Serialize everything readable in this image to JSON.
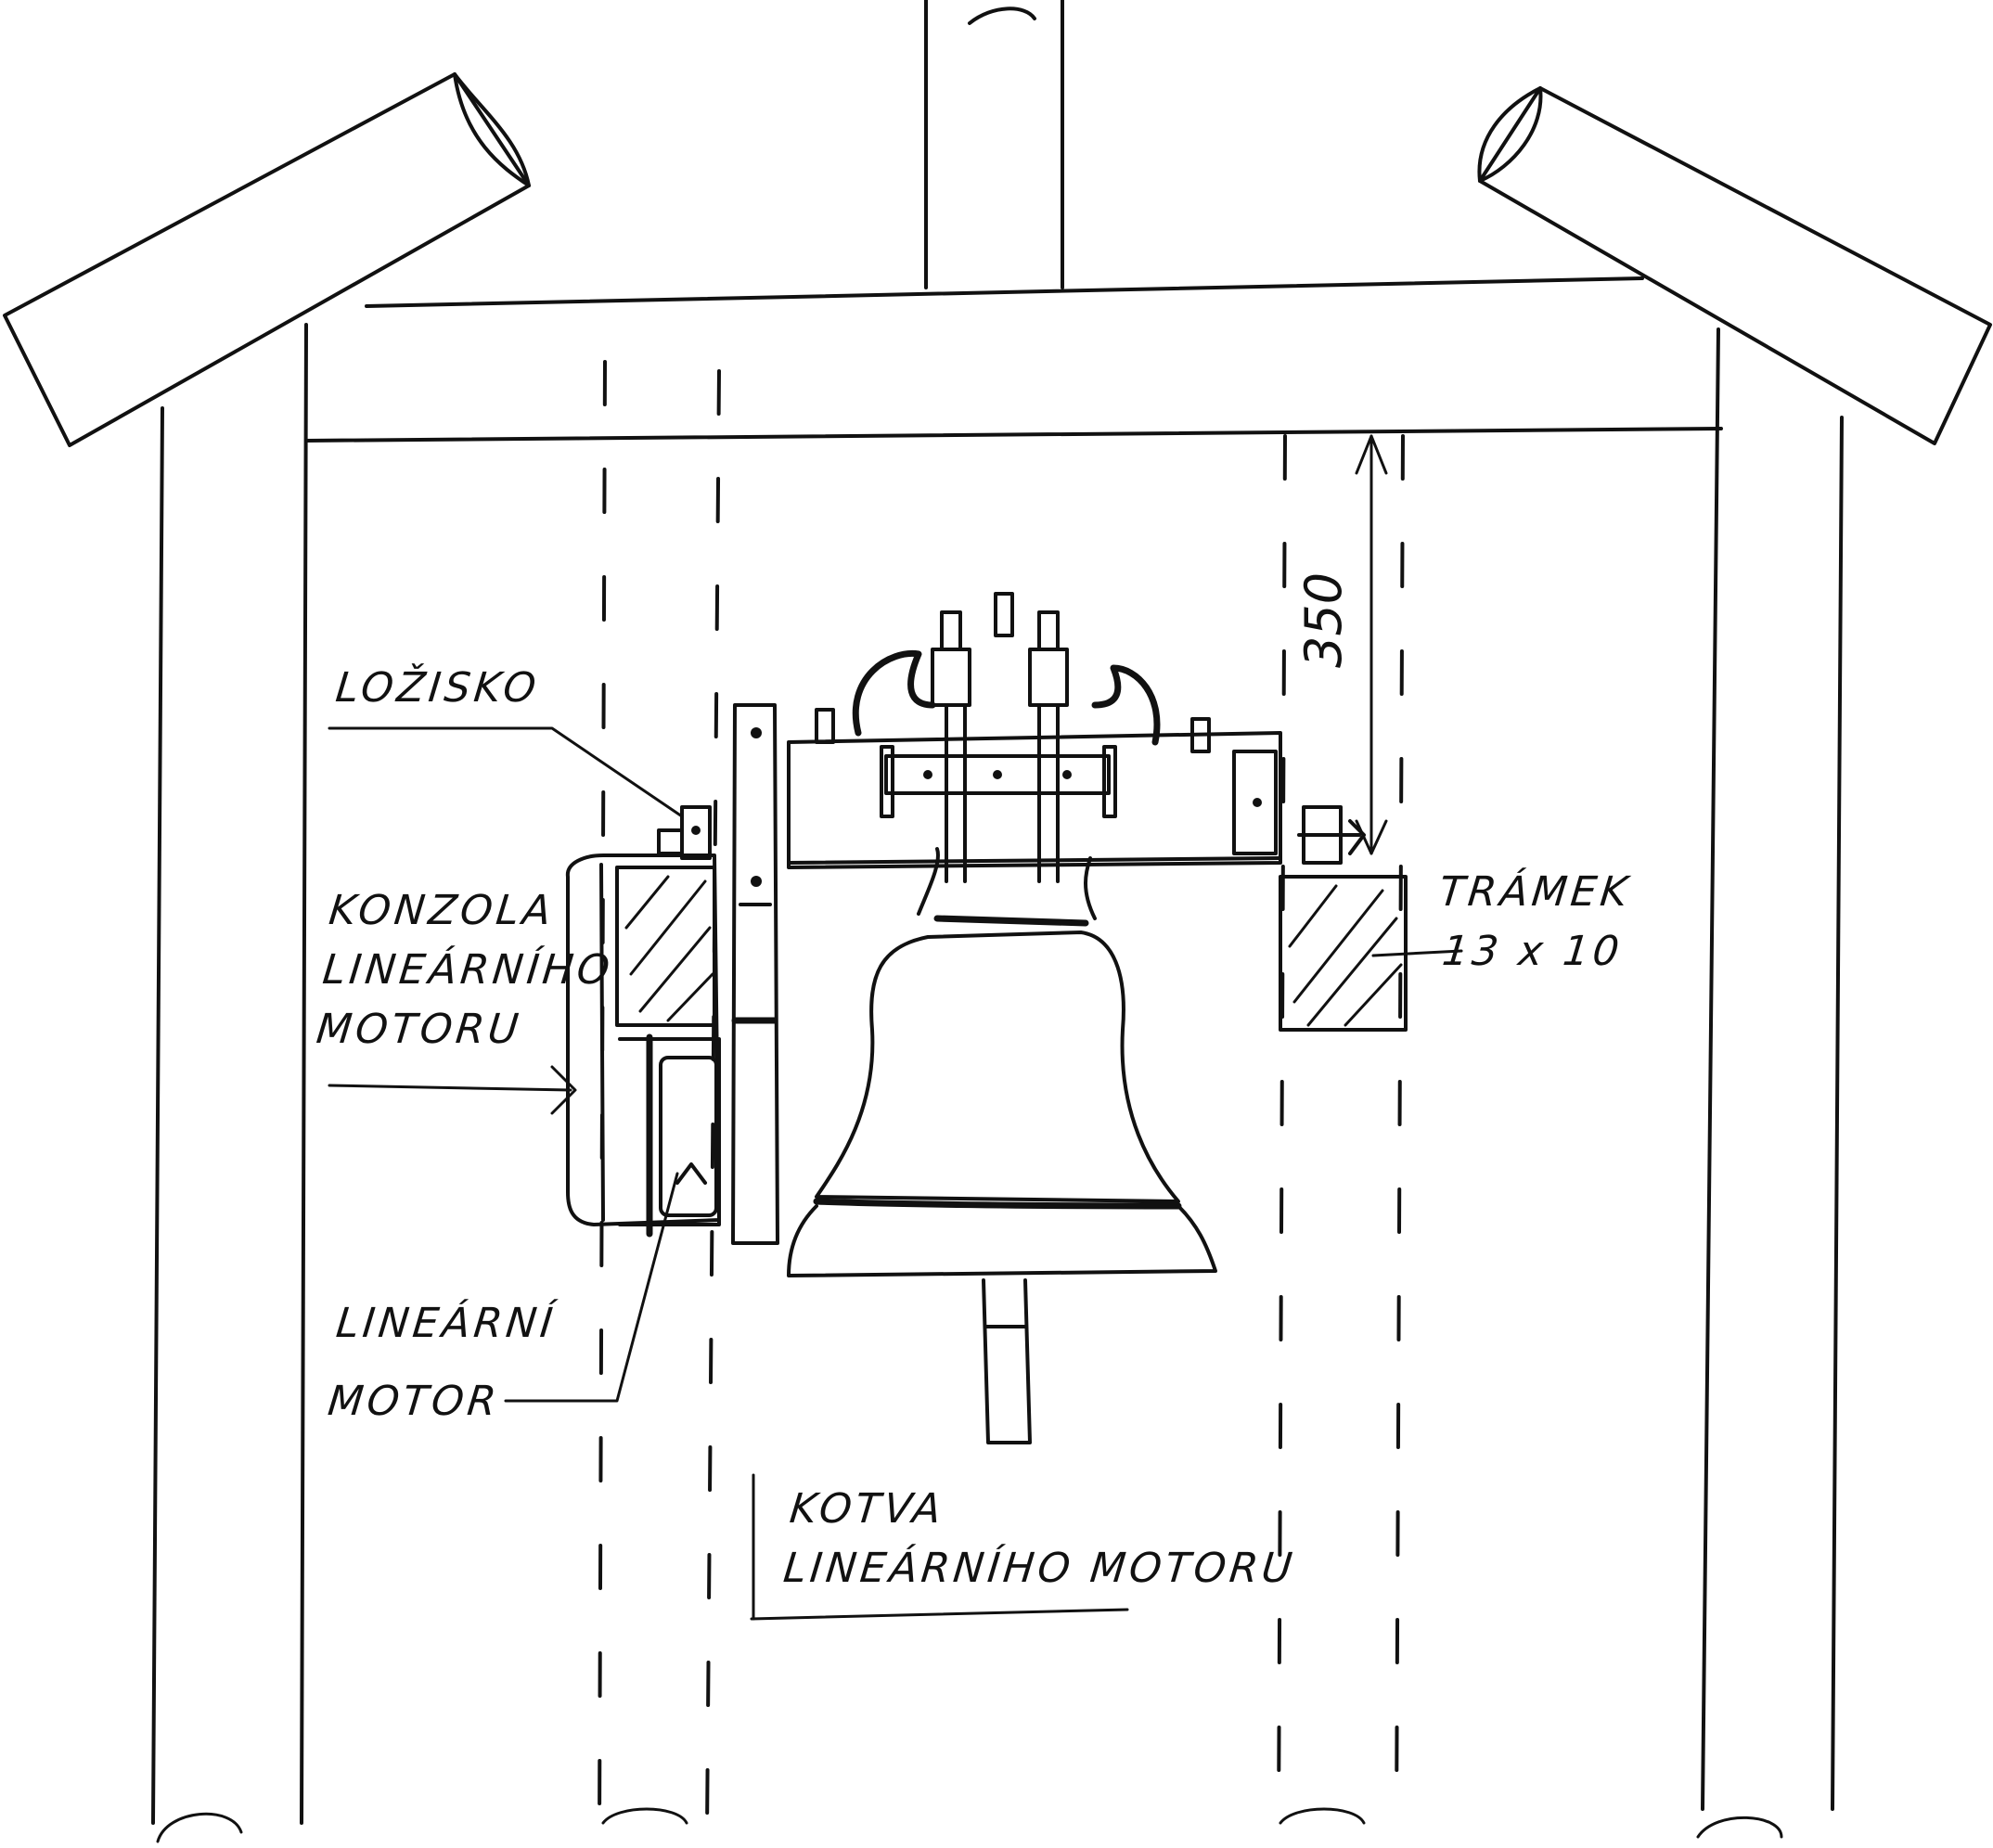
{
  "labels": {
    "bearing": "LOŽISKO",
    "bracket_line1": "KONZOLA",
    "bracket_line2": "LINEÁRNÍHO",
    "bracket_line3": "MOTORU",
    "motor_line1": "LINEÁRNÍ",
    "motor_line2": "MOTOR",
    "anchor_line1": "KOTVA",
    "anchor_line2": "LINEÁRNÍHO MOTORU",
    "beam_line1": "TRÁMEK",
    "beam_line2": "13 x 10",
    "dimension": "350"
  }
}
